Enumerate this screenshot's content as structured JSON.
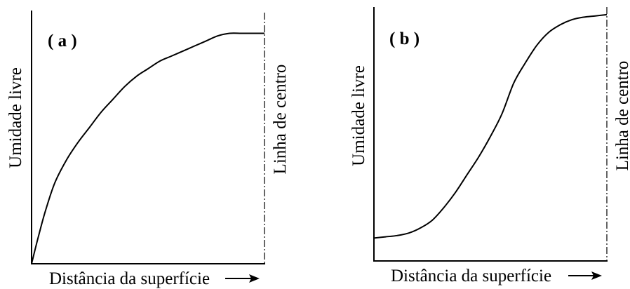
{
  "chart_data": [
    {
      "type": "line",
      "panel_label": "( a )",
      "xlabel": "Distância da superfície",
      "ylabel": "Umidade livre",
      "centerline_label": "Linha de centro",
      "xlim": [
        0,
        1
      ],
      "ylim": [
        0,
        1
      ],
      "grid": false,
      "series": [
        {
          "x": [
            0.0,
            0.03,
            0.06,
            0.1,
            0.15,
            0.2,
            0.25,
            0.3,
            0.35,
            0.4,
            0.45,
            0.5,
            0.55,
            0.6,
            0.65,
            0.7,
            0.75,
            0.8,
            0.85,
            0.9,
            0.95,
            1.0
          ],
          "values": [
            0.0,
            0.11,
            0.21,
            0.32,
            0.41,
            0.48,
            0.54,
            0.6,
            0.65,
            0.7,
            0.74,
            0.77,
            0.8,
            0.82,
            0.84,
            0.86,
            0.88,
            0.9,
            0.91,
            0.91,
            0.91,
            0.91
          ]
        }
      ]
    },
    {
      "type": "line",
      "panel_label": "( b )",
      "xlabel": "Distância da superfície",
      "ylabel": "Umidade livre",
      "centerline_label": "Linha de centro",
      "xlim": [
        0,
        1
      ],
      "ylim": [
        0,
        1
      ],
      "grid": false,
      "series": [
        {
          "x": [
            0.0,
            0.05,
            0.1,
            0.15,
            0.2,
            0.25,
            0.3,
            0.35,
            0.4,
            0.45,
            0.5,
            0.55,
            0.6,
            0.65,
            0.7,
            0.75,
            0.8,
            0.85,
            0.9,
            0.95,
            1.0
          ],
          "values": [
            0.09,
            0.095,
            0.1,
            0.11,
            0.13,
            0.16,
            0.21,
            0.27,
            0.34,
            0.41,
            0.49,
            0.58,
            0.7,
            0.78,
            0.85,
            0.9,
            0.93,
            0.95,
            0.96,
            0.965,
            0.97
          ]
        }
      ]
    }
  ]
}
